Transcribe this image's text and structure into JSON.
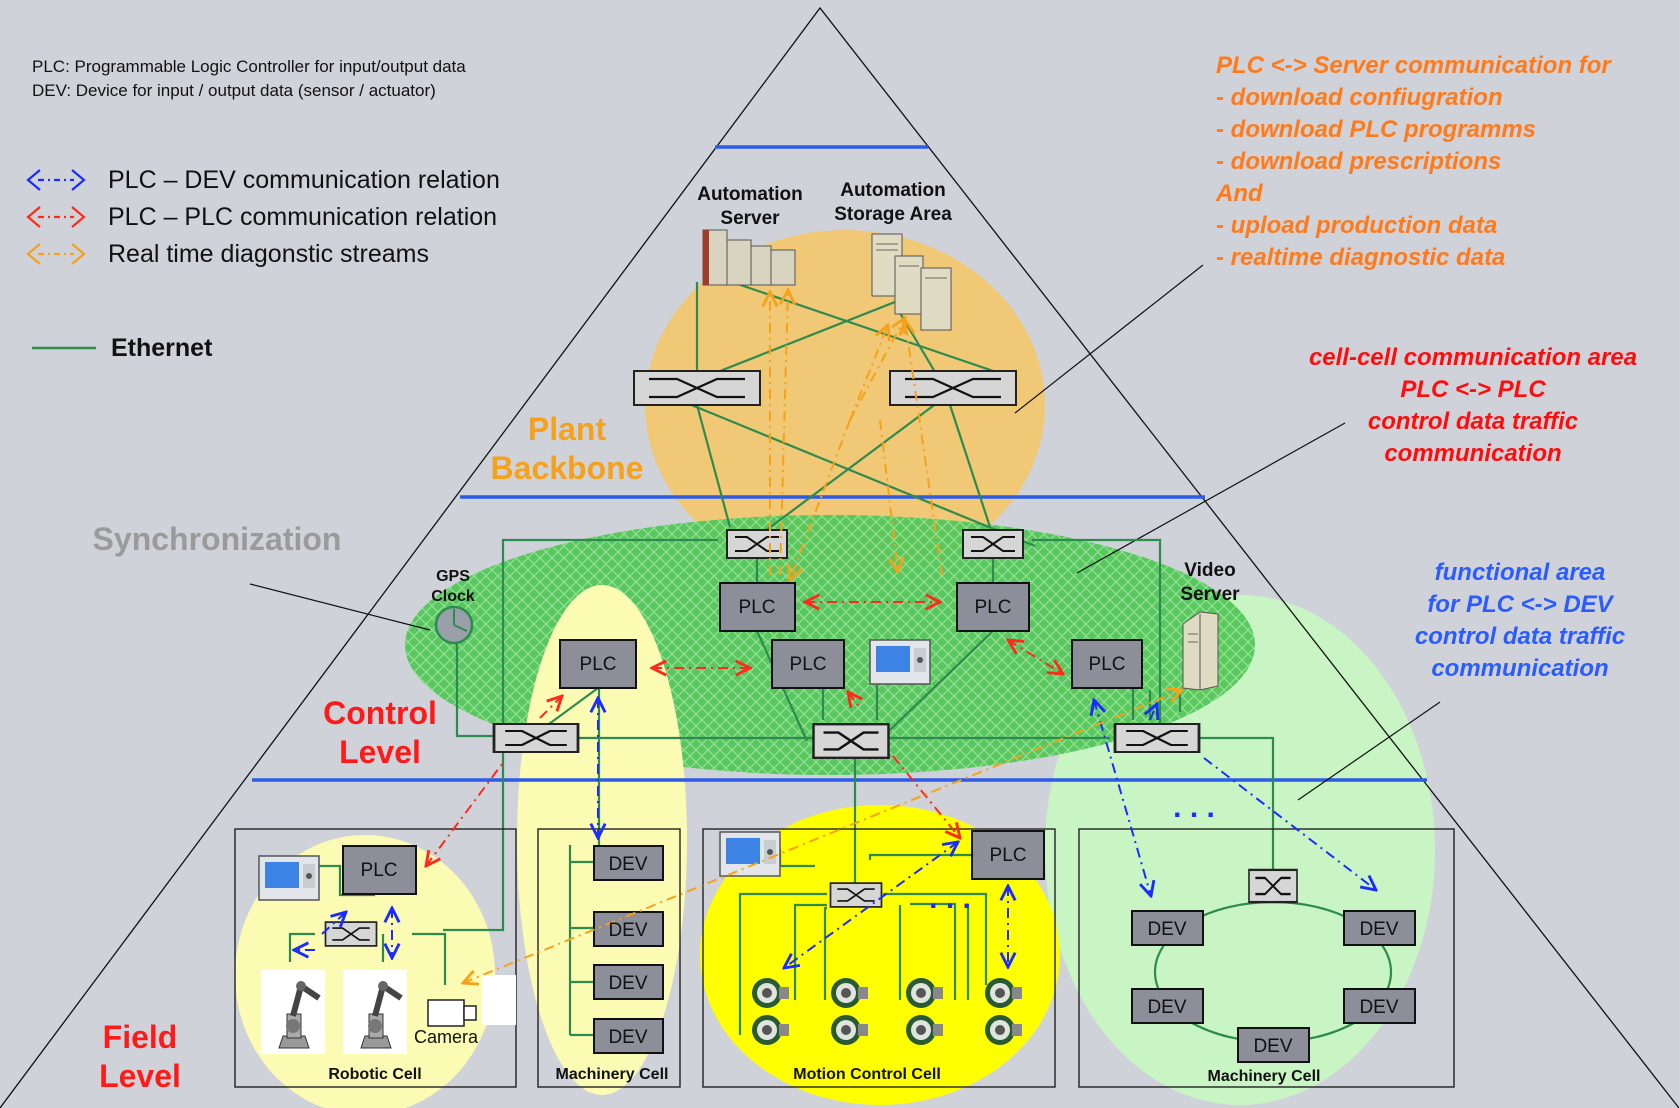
{
  "legend": {
    "defs": [
      "PLC:  Programmable Logic Controller for input/output data",
      "DEV:  Device for input / output data (sensor / actuator)"
    ],
    "relations": [
      {
        "label": "PLC – DEV communication relation",
        "color": "#1a2cff"
      },
      {
        "label": "PLC – PLC communication relation",
        "color": "#ff2a1a"
      },
      {
        "label": "Real time diagonstic streams",
        "color": "#f5a21a"
      }
    ],
    "ethernet": {
      "label": "Ethernet",
      "color": "#2e8b4e"
    }
  },
  "notes": {
    "server_comm": [
      "PLC <-> Server communication for",
      "- download confiugration",
      "-  download PLC programms",
      "- download prescriptions",
      "And",
      "- upload production data",
      "- realtime diagnostic data"
    ],
    "cell_cell": [
      "cell-cell communication area",
      "PLC <-> PLC",
      "control data traffic",
      "communication"
    ],
    "functional": [
      "functional area",
      "for PLC <-> DEV",
      "control data traffic",
      "communication"
    ]
  },
  "levels": {
    "plant_backbone": [
      "Plant",
      "Backbone"
    ],
    "synchronization": "Synchronization",
    "control_level": [
      "Control",
      "Level"
    ],
    "field_level": [
      "Field",
      "Level"
    ]
  },
  "servers": {
    "automation_server": [
      "Automation",
      "Server"
    ],
    "automation_storage": [
      "Automation",
      "Storage Area"
    ],
    "video_server": [
      "Video",
      "Server"
    ]
  },
  "devices": {
    "gps_clock": [
      "GPS",
      "Clock"
    ],
    "plc_label": "PLC",
    "dev_label": "DEV",
    "camera": "Camera",
    "ellipsis": ". . ."
  },
  "cells": {
    "robotic": "Robotic Cell",
    "machinery_1": "Machinery Cell",
    "motion_control": "Motion Control Cell",
    "machinery_2": "Machinery Cell"
  },
  "colors": {
    "background": "#cfd2d9",
    "orange_text": "#ff7a1a",
    "red_text": "#ff0d0d",
    "blue_text": "#2a5cff",
    "plant_zone": "#f3c66a",
    "control_zone": "#52c65a",
    "yellow_zone": "#ffff00",
    "light_green_zone": "#c9f5c5",
    "plc_fill": "#8c8f99",
    "blue_level_line": "#2c5be8"
  }
}
